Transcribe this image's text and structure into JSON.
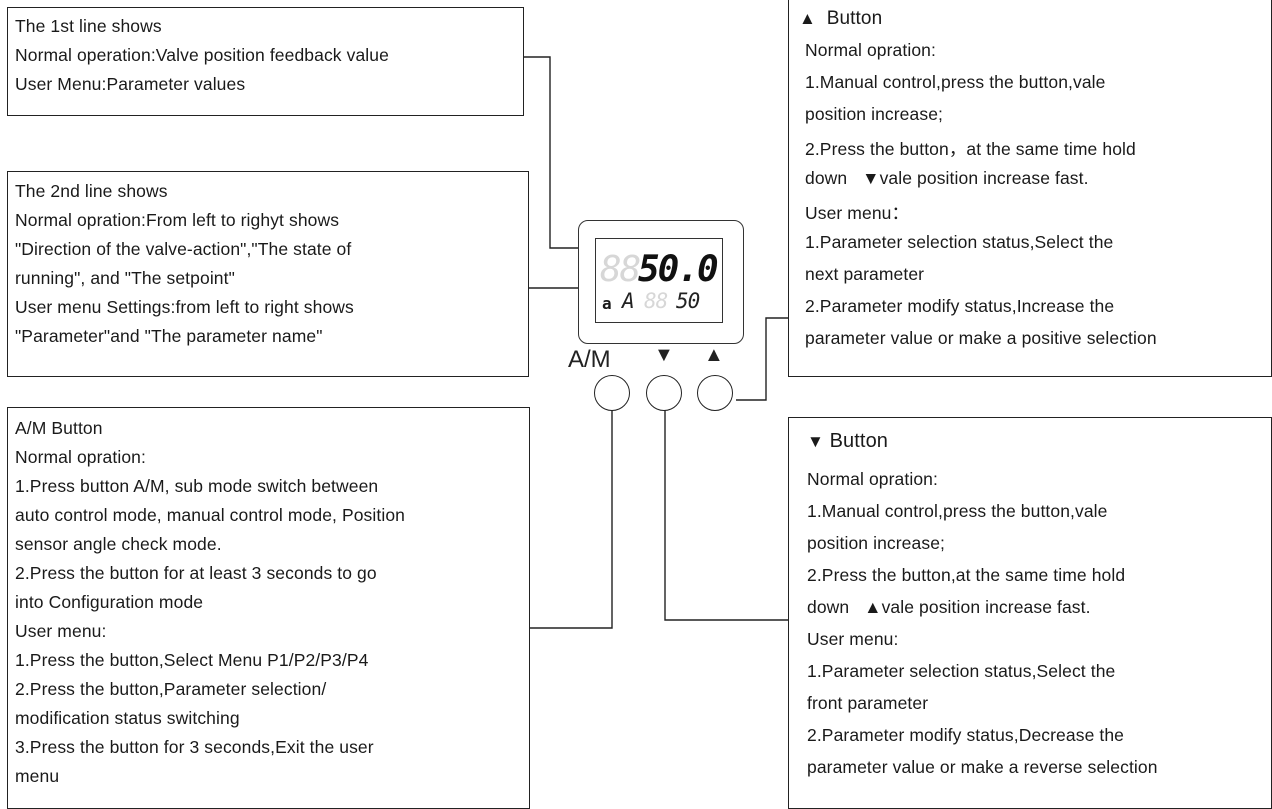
{
  "box_first_line": {
    "lines": [
      "The 1st line shows",
      "Normal operation:Valve position feedback value",
      "User Menu:Parameter values"
    ]
  },
  "box_second_line": {
    "lines": [
      "The 2nd line shows",
      "Normal opration:From left to righyt shows",
      "\"Direction of the valve-action\",\"The state of",
      "running\", and \"The setpoint\"",
      "User menu Settings:from left to right shows",
      "\"Parameter\"and \"The parameter name\""
    ]
  },
  "box_am_button": {
    "lines": [
      "A/M Button",
      "Normal opration:",
      "1.Press button A/M, sub mode switch between",
      "auto control mode, manual control mode, Position",
      "sensor angle check mode.",
      "2.Press the button  for at least 3 seconds to go",
      "into Configuration mode",
      "User menu:",
      "1.Press the button,Select Menu P1/P2/P3/P4",
      "2.Press the button,Parameter selection/",
      "modification status switching",
      "3.Press the button for 3 seconds,Exit the user",
      "menu"
    ]
  },
  "box_up_button": {
    "title_glyph": "▲",
    "title": "Button",
    "lines": [
      "Normal  opration:",
      "1.Manual control,press the button,vale",
      "position increase;",
      "2.Press  the  button，at  the  same  time  hold",
      "down",
      "▼",
      "vale position increase fast.",
      "User  menu：",
      "1.Parameter selection status,Select the",
      "next parameter",
      "2.Parameter modify status,Increase the",
      "parameter value or make a positive selection"
    ]
  },
  "box_down_button": {
    "title_glyph": "▼",
    "title": "Button",
    "lines": [
      "Normal opration:",
      "1.Manual control,press the button,vale",
      "position increase;",
      "2.Press the button,at the same time hold",
      "down",
      "▲",
      "vale position increase fast.",
      "User menu:",
      "1.Parameter selection status,Select the",
      "front parameter",
      "2.Parameter modify status,Decrease the",
      "parameter value or make a reverse selection"
    ]
  },
  "display": {
    "ghost_top": "88",
    "value_top": "50.0",
    "icon_bottom": "a",
    "mode_bottom": "A",
    "ghost_bottom": "88",
    "setpoint_bottom": "50"
  },
  "buttons": {
    "am_label": "A/M",
    "down_label": "▼",
    "up_label": "▲"
  }
}
